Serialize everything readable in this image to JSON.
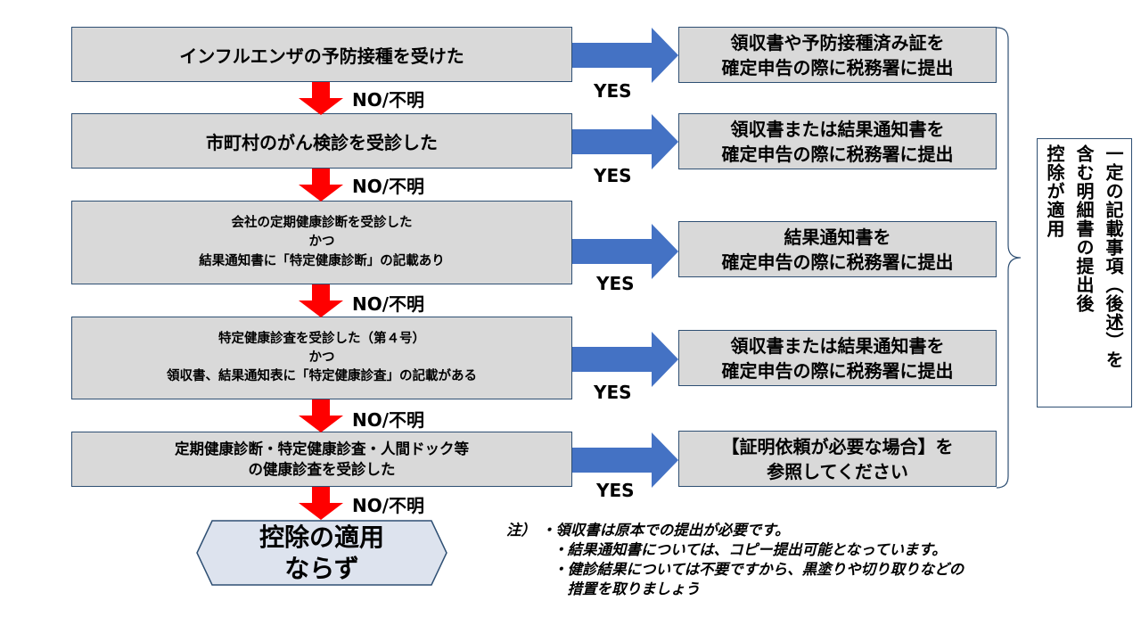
{
  "colors": {
    "box_fill": "#d9d9d9",
    "box_border": "#2e4f73",
    "yes_arrow": "#4472c4",
    "no_arrow": "#ff0000"
  },
  "steps": [
    {
      "question": [
        "インフルエンザの予防接種を受けた"
      ],
      "result": [
        "領収書や予防接種済み証を",
        "確定申告の際に税務署に提出"
      ],
      "yes_label": "YES",
      "no_label": "NO/不明"
    },
    {
      "question": [
        "市町村のがん検診を受診した"
      ],
      "result": [
        "領収書または結果通知書を",
        "確定申告の際に税務署に提出"
      ],
      "yes_label": "YES",
      "no_label": "NO/不明"
    },
    {
      "question": [
        "会社の定期健康診断を受診した",
        "かつ",
        "結果通知書に「特定健康診断」の記載あり"
      ],
      "result": [
        "結果通知書を",
        "確定申告の際に税務署に提出"
      ],
      "yes_label": "YES",
      "no_label": "NO/不明"
    },
    {
      "question": [
        "特定健康診査を受診した（第４号）",
        "かつ",
        "領収書、結果通知表に「特定健康診査」の記載がある"
      ],
      "result": [
        "領収書または結果通知書を",
        "確定申告の際に税務署に提出"
      ],
      "yes_label": "YES",
      "no_label": "NO/不明"
    },
    {
      "question": [
        "定期健康診断・特定健康診査・人間ドック等",
        "の健康診査を受診した"
      ],
      "result": [
        "【証明依頼が必要な場合】を",
        "参照してください"
      ],
      "yes_label": "YES",
      "no_label": "NO/不明"
    }
  ],
  "final": [
    "控除の適用",
    "ならず"
  ],
  "side_note": [
    "一定の記載事項（後述）を",
    "含む明細書の提出後",
    "控除が適用"
  ],
  "notes": {
    "prefix": "注）",
    "items": [
      "・領収書は原本での提出が必要です。",
      "・結果通知書については、コピー提出可能となっています。",
      "・健診結果については不要ですから、黒塗りや切り取りなどの",
      "　措置を取りましょう"
    ]
  }
}
